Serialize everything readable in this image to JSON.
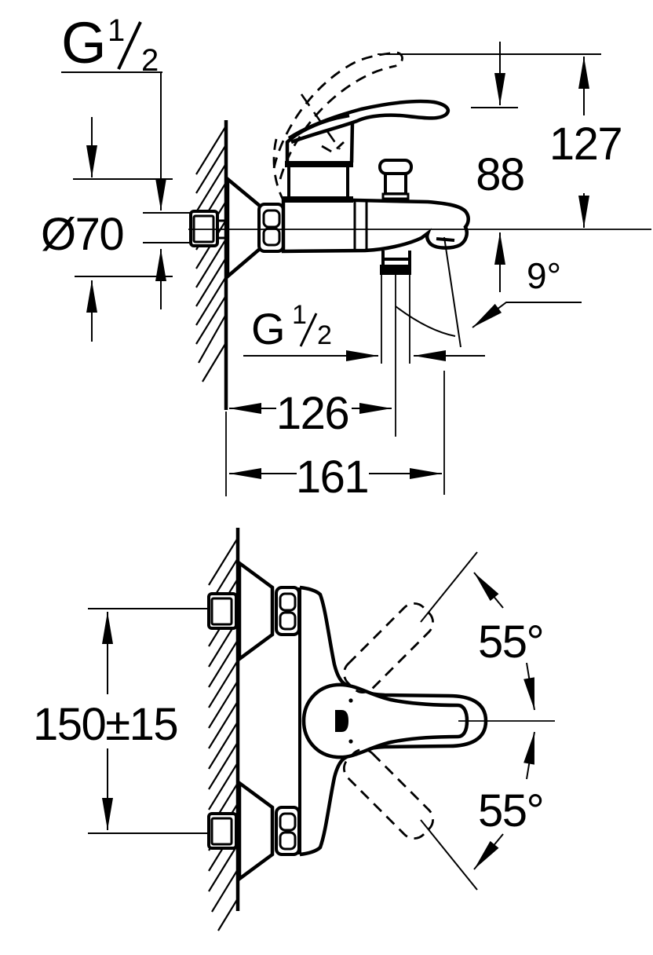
{
  "colors": {
    "line": "#000000",
    "background": "#ffffff"
  },
  "side_view": {
    "wall_thread": {
      "base": "G",
      "sup": "1",
      "slash": "/",
      "sub": "2"
    },
    "escutcheon_diameter": "Ø70",
    "lever_height": "88",
    "lever_raised_height": "127",
    "spout_angle": "9°",
    "outlet_thread": {
      "base": "G",
      "sup": "1",
      "slash": "/",
      "sub": "2"
    },
    "wall_to_outlet": "126",
    "wall_to_spout": "161"
  },
  "plan_view": {
    "connection_spacing": "150±15",
    "lever_swing_upper": "55°",
    "lever_swing_lower": "55°"
  }
}
